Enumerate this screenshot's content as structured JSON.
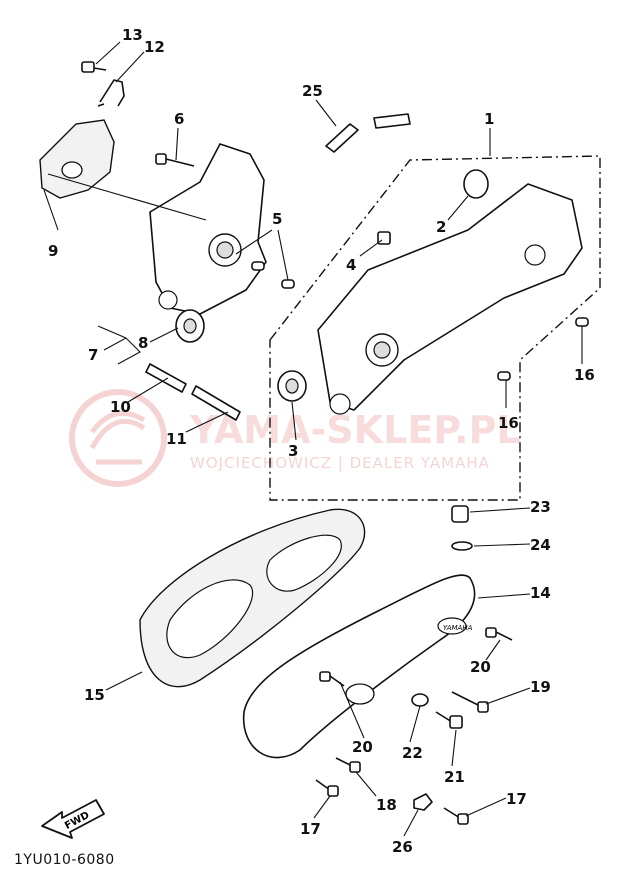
{
  "diagram": {
    "callouts": [
      {
        "id": "13",
        "text": "13"
      },
      {
        "id": "12",
        "text": "12"
      },
      {
        "id": "6",
        "text": "6"
      },
      {
        "id": "9",
        "text": "9"
      },
      {
        "id": "5",
        "text": "5"
      },
      {
        "id": "7",
        "text": "7"
      },
      {
        "id": "8",
        "text": "8"
      },
      {
        "id": "10",
        "text": "10"
      },
      {
        "id": "11",
        "text": "11"
      },
      {
        "id": "25",
        "text": "25"
      },
      {
        "id": "1",
        "text": "1"
      },
      {
        "id": "2",
        "text": "2"
      },
      {
        "id": "4",
        "text": "4"
      },
      {
        "id": "16a",
        "text": "16"
      },
      {
        "id": "16b",
        "text": "16"
      },
      {
        "id": "3",
        "text": "3"
      },
      {
        "id": "23",
        "text": "23"
      },
      {
        "id": "24",
        "text": "24"
      },
      {
        "id": "14",
        "text": "14"
      },
      {
        "id": "15",
        "text": "15"
      },
      {
        "id": "20a",
        "text": "20"
      },
      {
        "id": "19",
        "text": "19"
      },
      {
        "id": "20b",
        "text": "20"
      },
      {
        "id": "22",
        "text": "22"
      },
      {
        "id": "21",
        "text": "21"
      },
      {
        "id": "18",
        "text": "18"
      },
      {
        "id": "17a",
        "text": "17"
      },
      {
        "id": "17b",
        "text": "17"
      },
      {
        "id": "26",
        "text": "26"
      }
    ],
    "diagram_code": "1YU010-6080",
    "fwd_label": "FWD",
    "cover_logo": "YAMAHA"
  },
  "watermark": {
    "main": "YAMA-SKLEP.PL",
    "sub": "WOJCIECHOWICZ | DEALER YAMAHA"
  }
}
